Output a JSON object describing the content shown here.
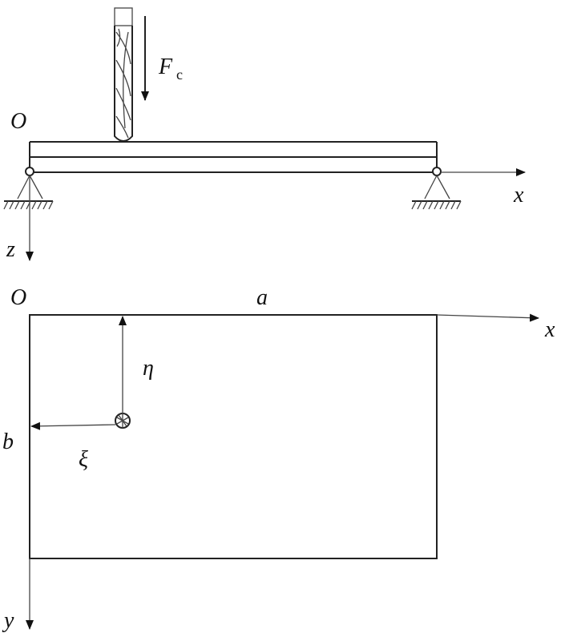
{
  "side_view": {
    "origin_label": "O",
    "force_label": "F",
    "force_subscript": "c",
    "x_axis_label": "x",
    "z_axis_label": "z"
  },
  "top_view": {
    "origin_label": "O",
    "length_label": "a",
    "width_label": "b",
    "x_axis_label": "x",
    "y_axis_label": "y",
    "eta_label": "η",
    "xi_label": "ξ"
  },
  "colors": {
    "stroke": "#222222",
    "background": "#ffffff"
  }
}
